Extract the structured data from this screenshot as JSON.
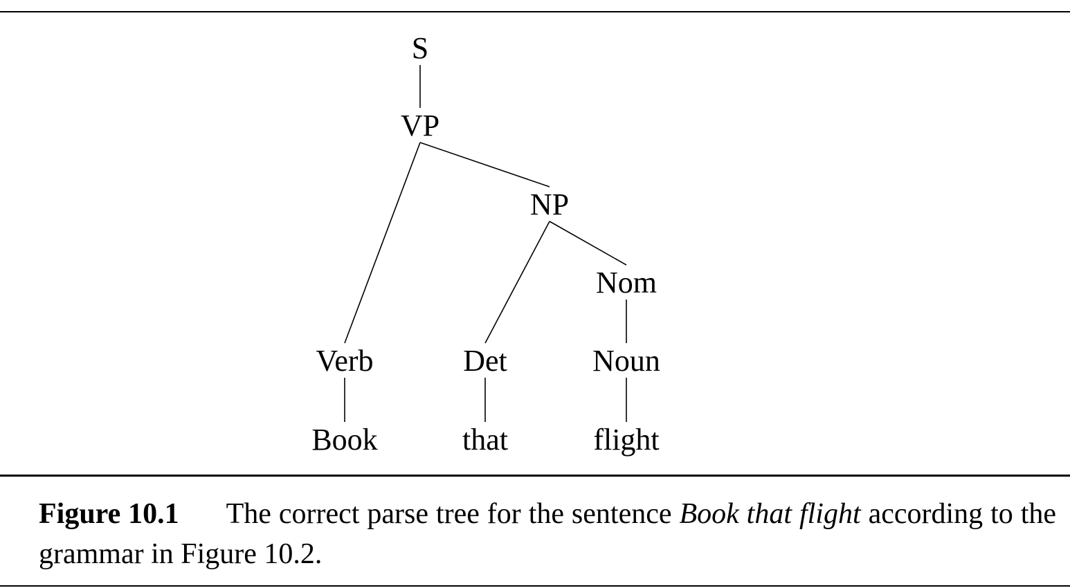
{
  "tree": {
    "nodes": [
      {
        "id": "S",
        "label": "S"
      },
      {
        "id": "VP",
        "label": "VP"
      },
      {
        "id": "NP",
        "label": "NP"
      },
      {
        "id": "Nom",
        "label": "Nom"
      },
      {
        "id": "Verb",
        "label": "Verb"
      },
      {
        "id": "Det",
        "label": "Det"
      },
      {
        "id": "Noun",
        "label": "Noun"
      },
      {
        "id": "Book",
        "label": "Book"
      },
      {
        "id": "that",
        "label": "that"
      },
      {
        "id": "flight",
        "label": "flight"
      }
    ],
    "edges": [
      [
        "S",
        "VP"
      ],
      [
        "VP",
        "Verb"
      ],
      [
        "VP",
        "NP"
      ],
      [
        "NP",
        "Det"
      ],
      [
        "NP",
        "Nom"
      ],
      [
        "Nom",
        "Noun"
      ],
      [
        "Verb",
        "Book"
      ],
      [
        "Det",
        "that"
      ],
      [
        "Noun",
        "flight"
      ]
    ]
  },
  "caption": {
    "label": "Figure 10.1",
    "text_before": "The correct parse tree for the sentence ",
    "emphasis": "Book that flight",
    "text_after": " according to the grammar in Figure 10.2."
  }
}
